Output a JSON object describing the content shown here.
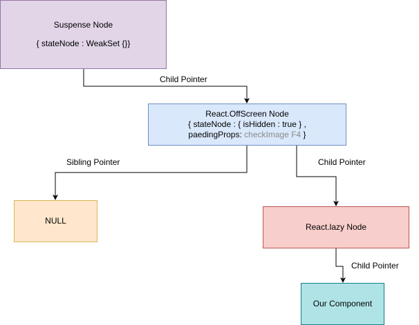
{
  "nodes": {
    "suspense": {
      "title": "Suspense Node",
      "detail": "{ stateNode : WeakSet {}}",
      "fill": "#e1d5e7",
      "stroke": "#9673a6"
    },
    "offscreen": {
      "title": "React.OffScreen Node",
      "line2": "{ stateNode : { isHidden : true } ,",
      "line3_prefix": "paedingProps:",
      "line3_gray": "checkImage F4",
      "line3_suffix": "}",
      "fill": "#dae8fc",
      "stroke": "#6c8ebf"
    },
    "null": {
      "label": "NULL",
      "fill": "#ffe6cc",
      "stroke": "#d6b656"
    },
    "lazy": {
      "label": "React.lazy Node",
      "fill": "#f8cecc",
      "stroke": "#b85450"
    },
    "our_component": {
      "label": "Our Component",
      "fill": "#b0e3e6",
      "stroke": "#0e8088"
    }
  },
  "edges": {
    "suspense_to_offscreen": "Child Pointer",
    "offscreen_to_null": "Sibling Pointer",
    "offscreen_to_lazy": "Child Pointer",
    "lazy_to_component": "Child Pointer"
  }
}
